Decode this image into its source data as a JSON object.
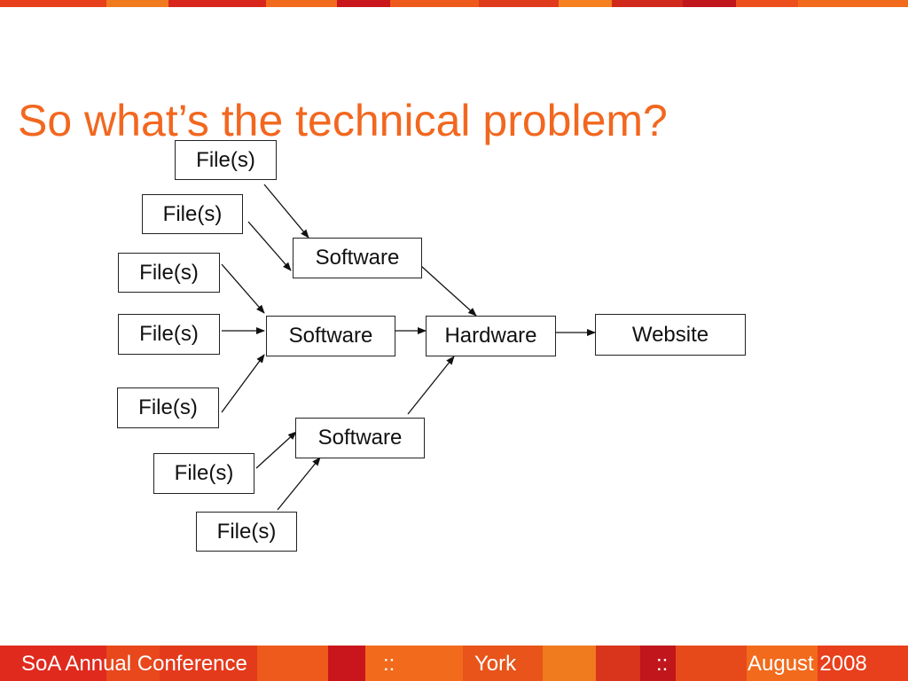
{
  "slide": {
    "title": "So what’s the technical problem?",
    "accent_color": "#f2671f"
  },
  "diagram": {
    "files": [
      {
        "label": "File(s)"
      },
      {
        "label": "File(s)"
      },
      {
        "label": "File(s)"
      },
      {
        "label": "File(s)"
      },
      {
        "label": "File(s)"
      },
      {
        "label": "File(s)"
      },
      {
        "label": "File(s)"
      }
    ],
    "software": [
      {
        "label": "Software"
      },
      {
        "label": "Software"
      },
      {
        "label": "Software"
      }
    ],
    "hardware": {
      "label": "Hardware"
    },
    "website": {
      "label": "Website"
    }
  },
  "footer": {
    "conference": "SoA Annual Conference",
    "separator_1": "::",
    "location": "York",
    "separator_2": "::",
    "date": "August 2008",
    "band_colors": [
      "#e02a1e",
      "#e8541a",
      "#c0161c",
      "#f26a1c",
      "#d9341c",
      "#e64a1a"
    ]
  }
}
